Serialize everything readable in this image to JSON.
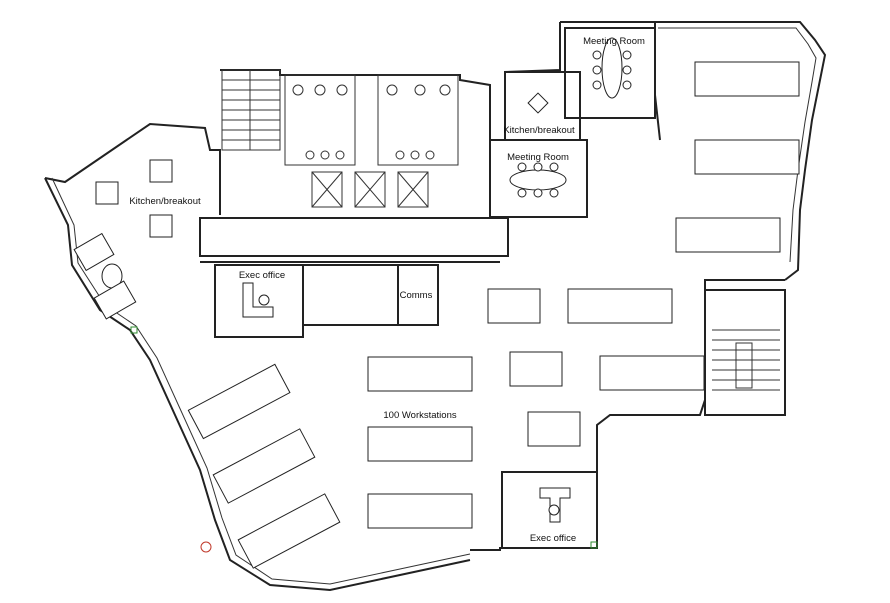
{
  "labels": {
    "meeting_room_top": "Meeting Room",
    "meeting_room_mid": "Meeting Room",
    "kitchen_breakout_center": "Kitchen/breakout",
    "kitchen_breakout_left": "Kitchen/breakout",
    "exec_office_top": "Exec office",
    "comms": "Comms",
    "workstations": "100 Workstations",
    "exec_office_bottom": "Exec office"
  },
  "colors": {
    "line": "#222222",
    "background": "#ffffff",
    "marker_green": "#2e8b2e",
    "marker_red": "#c0392b"
  }
}
